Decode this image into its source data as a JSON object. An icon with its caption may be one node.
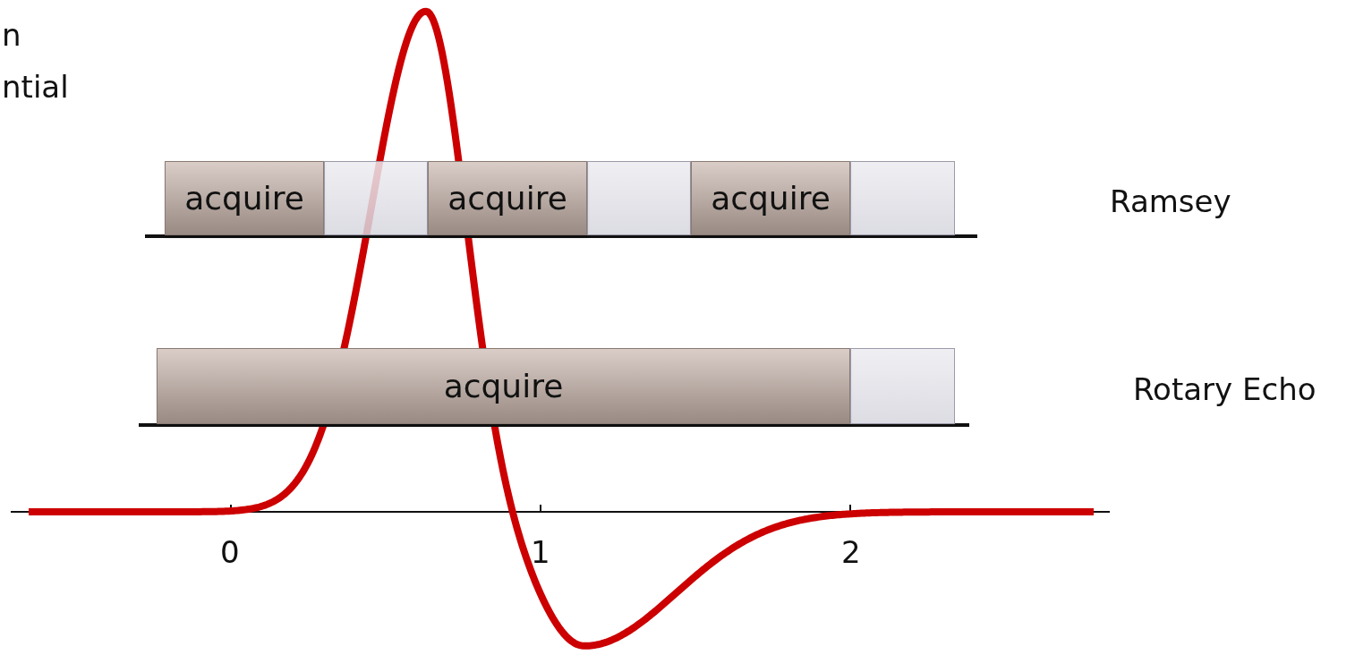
{
  "diagram": {
    "nodes": [
      {
        "text": [
          "acquire"
        ]
      },
      {
        "text": [],
        "shape": "box"
      },
      {
        "text": [
          "acquire"
        ]
      },
      {
        "text": [],
        "shape": "box"
      },
      {
        "text": [
          "acquire"
        ]
      },
      {
        "text": [],
        "shape": "box"
      },
      {
        "text": [
          "acquire"
        ]
      },
      {
        "text": [],
        "shape": "box"
      }
    ],
    "labels": [
      "n",
      "ntial",
      "Ramsey",
      "Rotary Echo",
      "0",
      "1",
      "2"
    ]
  }
}
